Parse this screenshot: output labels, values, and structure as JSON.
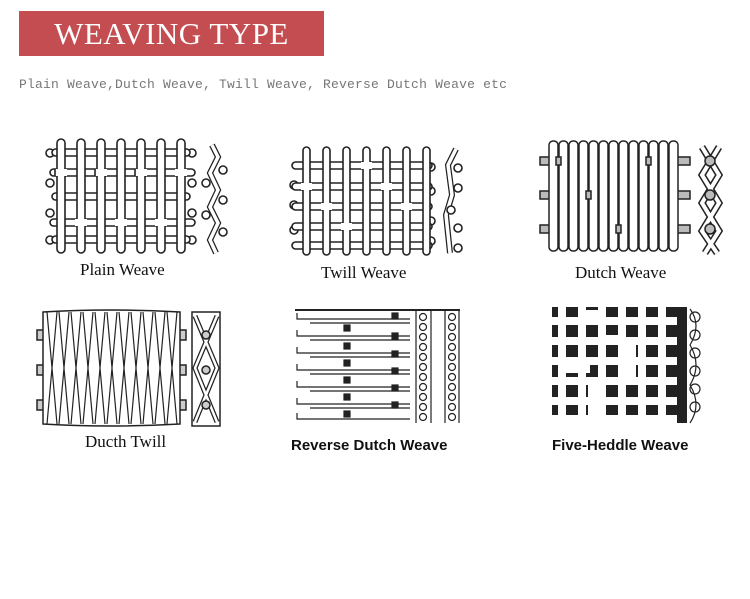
{
  "header": {
    "title": "WEAVING TYPE",
    "banner_color": "#c34d51",
    "subtitle": "Plain Weave,Dutch Weave, Twill Weave, Reverse Dutch Weave etc"
  },
  "weaves": [
    {
      "label": "Plain Weave",
      "diagram": "plain-weave-diagram"
    },
    {
      "label": "Twill Weave",
      "diagram": "twill-weave-diagram"
    },
    {
      "label": "Dutch Weave",
      "diagram": "dutch-weave-diagram"
    },
    {
      "label": "Ducth Twill",
      "diagram": "dutch-twill-diagram"
    },
    {
      "label": "Reverse Dutch Weave",
      "diagram": "reverse-dutch-weave-diagram"
    },
    {
      "label": "Five-Heddle Weave",
      "diagram": "five-heddle-weave-diagram"
    }
  ]
}
